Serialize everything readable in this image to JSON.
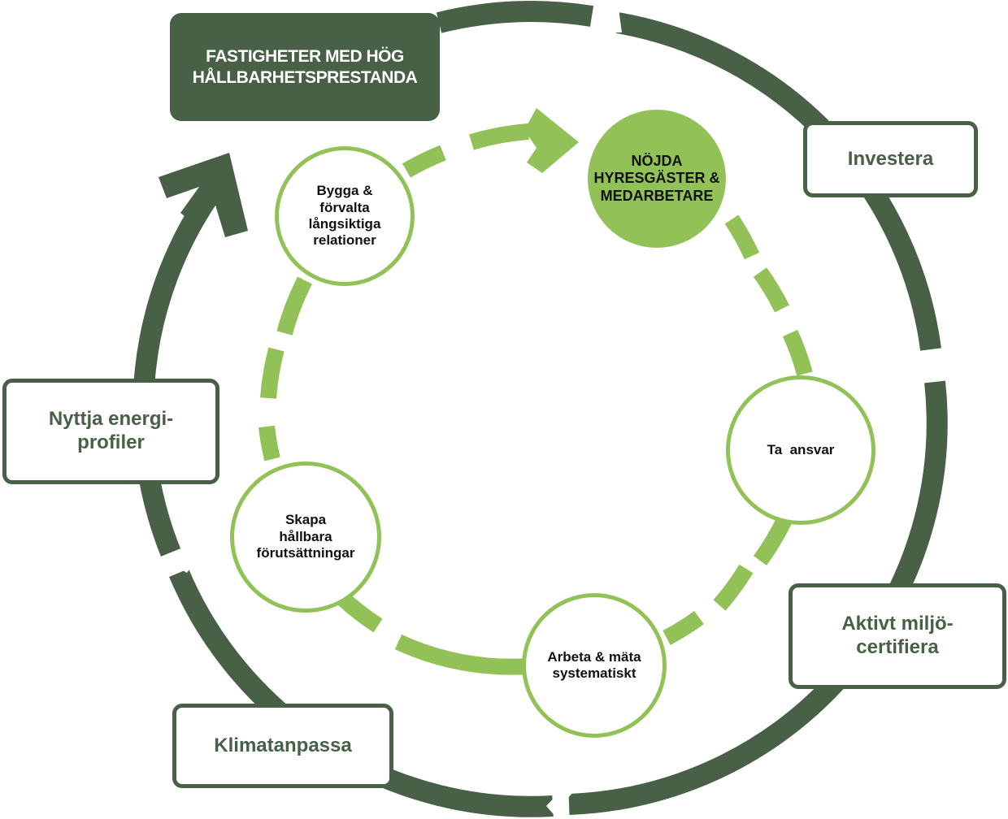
{
  "diagram": {
    "colors": {
      "dark_green": "#476046",
      "light_green": "#92C257",
      "background": "#FFFFFF"
    },
    "top_box": {
      "lines": [
        "FASTIGHETER MED HÖG",
        "HÅLLBARHETSPRESTANDA"
      ]
    },
    "outer_cycle": [
      {
        "id": "investera",
        "lines": [
          "Investera"
        ]
      },
      {
        "id": "aktivt-miljocertifiera",
        "lines": [
          "Aktivt miljö-",
          "certifiera"
        ]
      },
      {
        "id": "klimatanpassa",
        "lines": [
          "Klimatanpassa"
        ]
      },
      {
        "id": "nyttja-energiprofiler",
        "lines": [
          "Nyttja energi-",
          "profiler"
        ]
      }
    ],
    "inner_cycle": [
      {
        "id": "nojda-hyresgaster",
        "lines": [
          "NÖJDA",
          "HYRESGÄSTER &",
          "MEDARBETARE"
        ],
        "highlighted": true
      },
      {
        "id": "ta-ansvar",
        "lines": [
          "Ta  ansvar"
        ],
        "highlighted": false
      },
      {
        "id": "arbeta-mata",
        "lines": [
          "Arbeta & mäta",
          "systematiskt"
        ],
        "highlighted": false
      },
      {
        "id": "skapa-hallbara",
        "lines": [
          "Skapa",
          "hållbara",
          "förutsättningar"
        ],
        "highlighted": false
      },
      {
        "id": "bygga-forvalta",
        "lines": [
          "Bygga &",
          "förvalta",
          "långsiktiga",
          "relationer"
        ],
        "highlighted": false
      }
    ]
  }
}
